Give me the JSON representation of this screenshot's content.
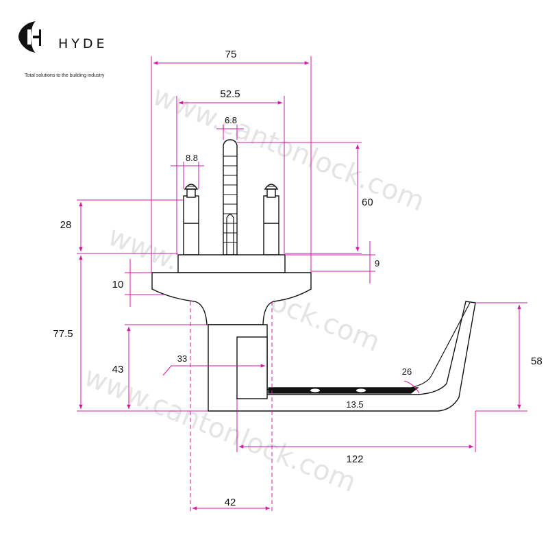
{
  "brand": {
    "name": "HYDE",
    "tagline": "Total solutions to the building industry"
  },
  "watermark": "www.cantonlock.com",
  "dimensions": {
    "d75": "75",
    "d52_5": "52.5",
    "d6_8": "6.8",
    "d8_8": "8.8",
    "d60": "60",
    "d28": "28",
    "d9": "9",
    "d10": "10",
    "d77_5": "77.5",
    "d43": "43",
    "d33": "33",
    "d26": "26",
    "d58": "58",
    "d13_5": "13.5",
    "d122": "122",
    "d42": "42"
  },
  "colors": {
    "dimension_line": "#d61aa0",
    "outline": "#111111"
  }
}
